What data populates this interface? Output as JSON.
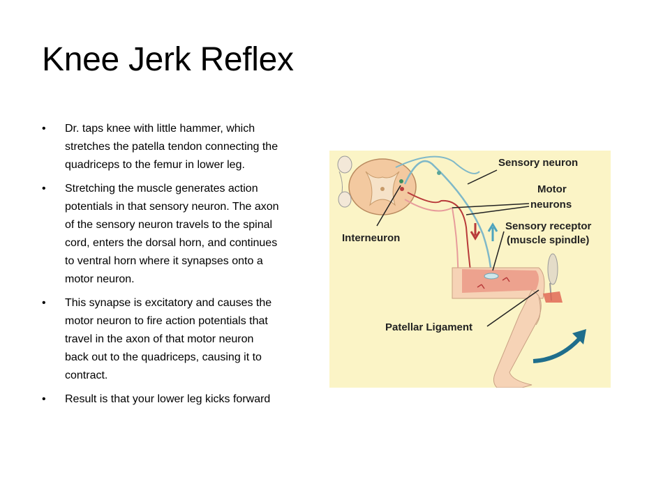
{
  "title": "Knee Jerk Reflex",
  "bullets": [
    "Dr. taps knee with little hammer, which stretches the patella tendon connecting the quadriceps to the femur in lower leg.",
    "Stretching the muscle generates action potentials in that sensory neuron.  The axon of the sensory neuron travels to the spinal cord, enters the dorsal horn, and continues to ventral horn where it synapses onto a motor neuron.",
    "This synapse is excitatory and causes the motor neuron to fire action potentials that travel in the axon of that motor neuron back out to the quadriceps, causing it to contract.",
    "Result is that your lower leg kicks forward"
  ],
  "bullet_glyph": "•",
  "figure": {
    "labels": {
      "sensory_neuron": "Sensory neuron",
      "motor_line1": "Motor",
      "motor_line2": "neurons",
      "receptor_line1": "Sensory receptor",
      "receptor_line2": "(muscle spindle)",
      "interneuron": "Interneuron",
      "patellar": "Patellar Ligament"
    },
    "colors": {
      "background": "#fbf4c6",
      "sensory": "#7fb8c8",
      "motor": "#b83a3a",
      "spinal_cord": "#f3c9a0",
      "skin": "#f6d3b6",
      "muscle": "#e98d7e",
      "arrow_blue": "#1f6e8c"
    }
  }
}
